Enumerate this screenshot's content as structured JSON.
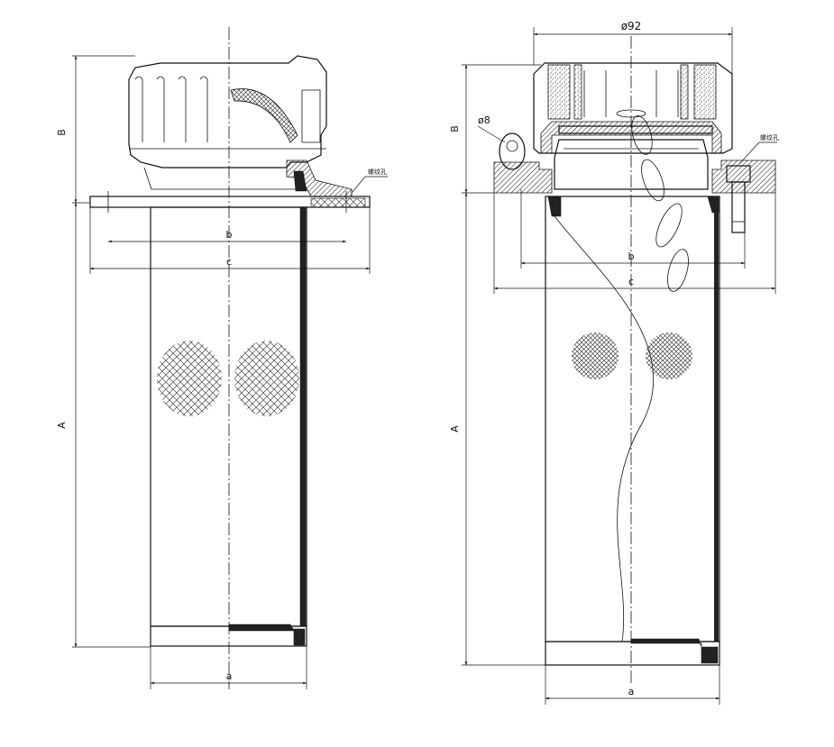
{
  "left_view": {
    "dims": {
      "A": "A",
      "B": "B",
      "a": "a",
      "b": "b",
      "c": "c",
      "thread_label": "螺纹孔"
    }
  },
  "right_view": {
    "dims": {
      "A": "A",
      "B": "B",
      "a": "a",
      "b": "b",
      "c": "c",
      "diameter_top": "ø92",
      "hole": "ø8",
      "thread_label": "螺纹孔"
    }
  }
}
